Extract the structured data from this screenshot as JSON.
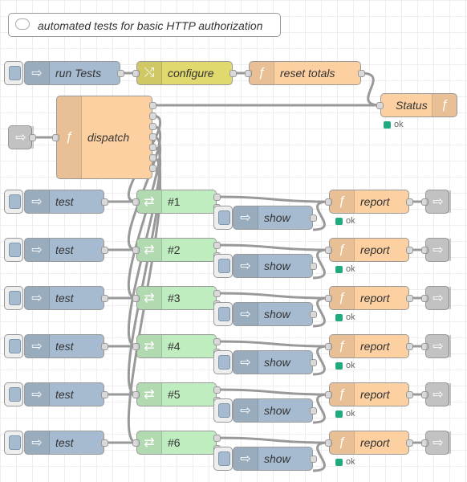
{
  "comment": {
    "text": "automated tests for basic HTTP authorization"
  },
  "colors": {
    "inject": "#a6bbcf",
    "change": "#e2d96e",
    "function": "#fdd0a2",
    "switch": "#c0edc0",
    "link": "#dddddd",
    "status_ok": "#1faa80",
    "wire": "#999999"
  },
  "header_nodes": {
    "run_tests": "run Tests",
    "configure": "configure",
    "reset_totals": "reset totals",
    "status": "Status",
    "status_text": "ok",
    "dispatch": "dispatch"
  },
  "rows": [
    {
      "test": "test",
      "switch": "#1",
      "show": "show",
      "report": "report",
      "status": "ok"
    },
    {
      "test": "test",
      "switch": "#2",
      "show": "show",
      "report": "report",
      "status": "ok"
    },
    {
      "test": "test",
      "switch": "#3",
      "show": "show",
      "report": "report",
      "status": "ok"
    },
    {
      "test": "test",
      "switch": "#4",
      "show": "show",
      "report": "report",
      "status": "ok"
    },
    {
      "test": "test",
      "switch": "#5",
      "show": "show",
      "report": "report",
      "status": "ok"
    },
    {
      "test": "test",
      "switch": "#6",
      "show": "show",
      "report": "report",
      "status": "ok"
    }
  ]
}
